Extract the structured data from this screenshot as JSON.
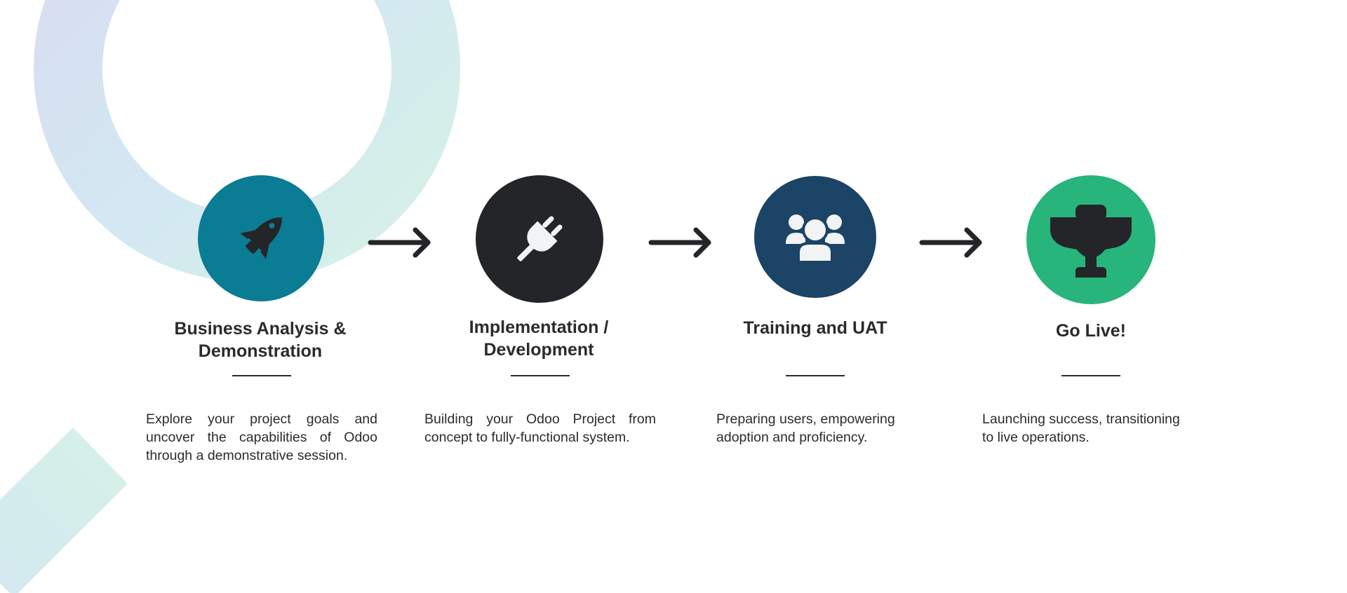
{
  "colors": {
    "step1": "#0a7c94",
    "step2": "#232528",
    "step3": "#1b4466",
    "step4": "#27b57c",
    "text": "#2b2b2e",
    "arrow": "#232528"
  },
  "steps": [
    {
      "icon": "rocket-icon",
      "title": "Business Analysis &\nDemonstration",
      "description": "Explore your project goals and uncover the capabilities of Odoo through a demonstrative session."
    },
    {
      "icon": "plug-icon",
      "title": "Implementation /\nDevelopment",
      "description": "Building your Odoo Project from concept to fully-functional system."
    },
    {
      "icon": "users-icon",
      "title": "Training and UAT",
      "description": "Preparing users, empowering\nadoption and proficiency."
    },
    {
      "icon": "trophy-icon",
      "title": "Go Live!",
      "description": "Launching success, transitioning\nto live operations."
    }
  ]
}
